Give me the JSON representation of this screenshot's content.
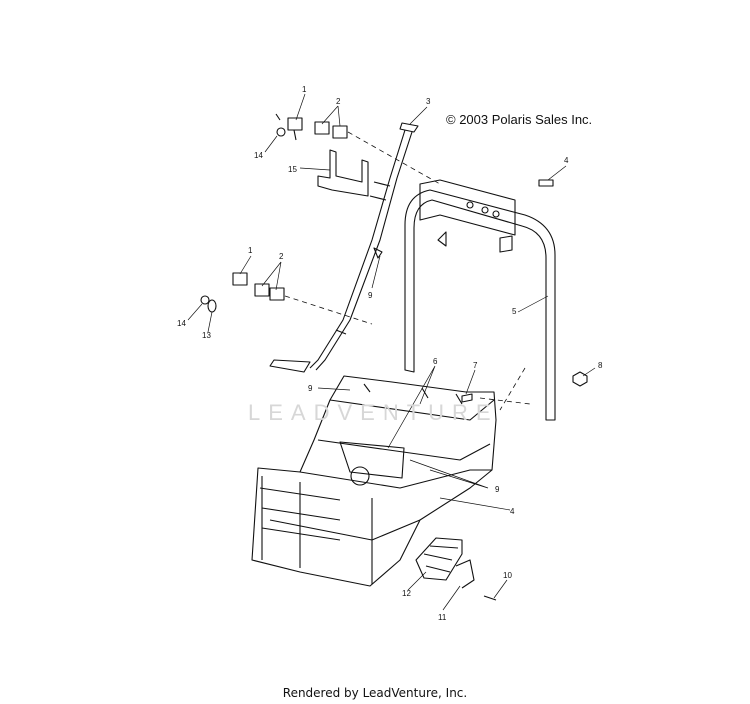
{
  "copyright": "© 2003 Polaris Sales Inc.",
  "footer": "Rendered by LeadVenture, Inc.",
  "watermark": "LEADVENTURE",
  "callouts": {
    "c1a": "1",
    "c2a": "2",
    "c3": "3",
    "c14a": "14",
    "c15": "15",
    "c4a": "4",
    "c9a": "9",
    "c1b": "1",
    "c2b": "2",
    "c14b": "14",
    "c13": "13",
    "c5": "5",
    "c8": "8",
    "c9b": "9",
    "c7": "7",
    "c6": "6",
    "c9c": "9",
    "c4b": "4",
    "c10": "10",
    "c12": "12",
    "c11": "11"
  }
}
